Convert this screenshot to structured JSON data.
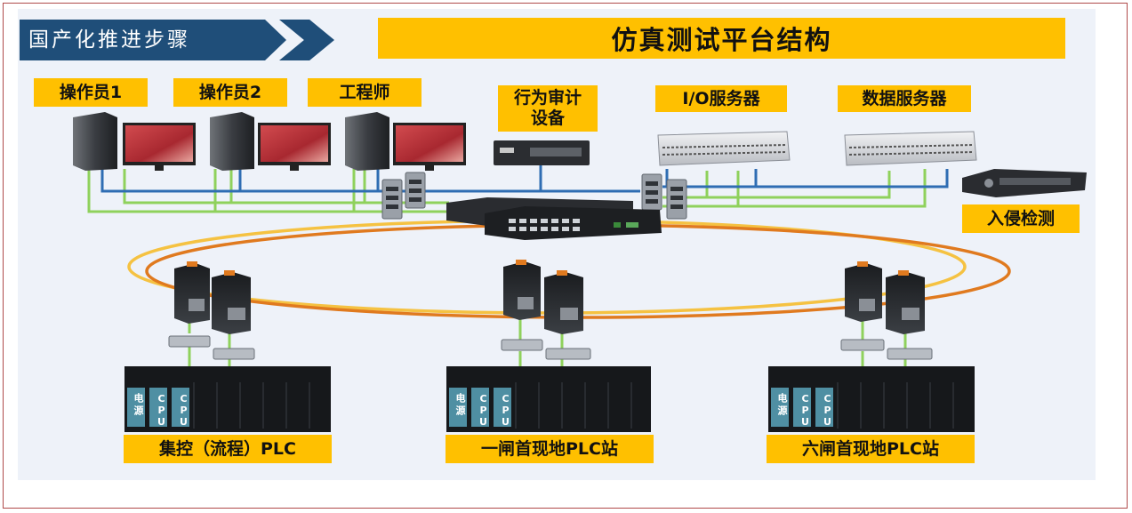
{
  "header": {
    "step_label": "国产化推进步骤",
    "title": "仿真测试平台结构"
  },
  "workstations": [
    {
      "label": "操作员1"
    },
    {
      "label": "操作员2"
    },
    {
      "label": "工程师"
    }
  ],
  "servers": {
    "audit": "行为审计\n设备",
    "io": "I/O服务器",
    "data": "数据服务器",
    "ids": "入侵检测"
  },
  "plc_stations": [
    {
      "label": "集控（流程）PLC"
    },
    {
      "label": "一闸首现地PLC站"
    },
    {
      "label": "六闸首现地PLC站"
    }
  ],
  "plc_module_text": {
    "power": "电源",
    "cpu": "CPU"
  },
  "colors": {
    "label_bg": "#ffc000",
    "step_bg": "#1f4e79",
    "ring_yellow": "#f5c242",
    "ring_orange": "#e07a1f",
    "link_green": "#8fd15c",
    "link_blue": "#2f6db3",
    "screen_red": "#b8323a",
    "plc_teal": "#4f8fa3"
  }
}
